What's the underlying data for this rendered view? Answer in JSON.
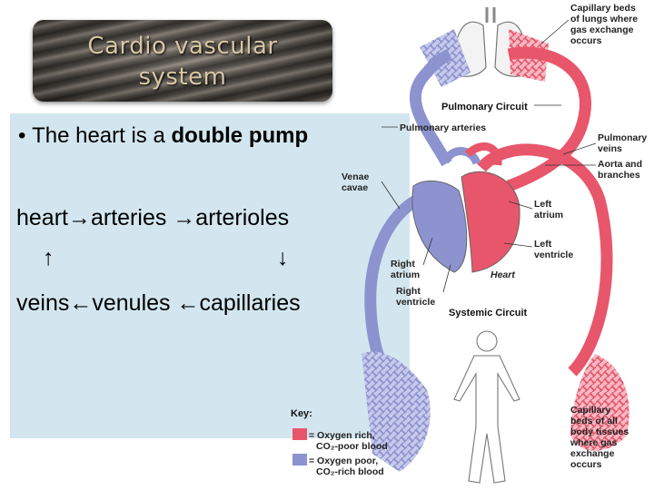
{
  "title": {
    "line1": "Cardio vascular",
    "line2": "system"
  },
  "bullet": {
    "prefix": "The heart is a ",
    "bold": "double pump"
  },
  "flow": {
    "row1": "heart→arteries →arterioles",
    "up_arrow": "↑",
    "down_arrow": "↓",
    "row3": "veins←venules ←capillaries"
  },
  "diagram_labels": {
    "capillary_lungs": [
      "Capillary beds",
      "of lungs where",
      "gas exchange",
      "occurs"
    ],
    "pulmonary_circuit": "Pulmonary Circuit",
    "pulmonary_arteries": "Pulmonary arteries",
    "pulmonary_veins": [
      "Pulmonary",
      "veins"
    ],
    "aorta": [
      "Aorta and",
      "branches"
    ],
    "venae_cavae": [
      "Venae",
      "cavae"
    ],
    "left_atrium": [
      "Left",
      "atrium"
    ],
    "left_ventricle": [
      "Left",
      "ventricle"
    ],
    "right_atrium": [
      "Right",
      "atrium"
    ],
    "right_ventricle": [
      "Right",
      "ventricle"
    ],
    "heart": "Heart",
    "systemic_circuit": "Systemic Circuit",
    "capillary_body": [
      "Capillary",
      "beds of all",
      "body tissues",
      "where gas",
      "exchange",
      "occurs"
    ],
    "key_title": "Key:",
    "key_rich": [
      "= Oxygen rich,",
      "CO₂-poor blood"
    ],
    "key_poor": [
      "= Oxygen poor,",
      "CO₂-rich blood"
    ]
  },
  "colors": {
    "oxygen_rich": "#e8566b",
    "oxygen_poor": "#8c93cf",
    "panel": "#d3e6ef"
  }
}
